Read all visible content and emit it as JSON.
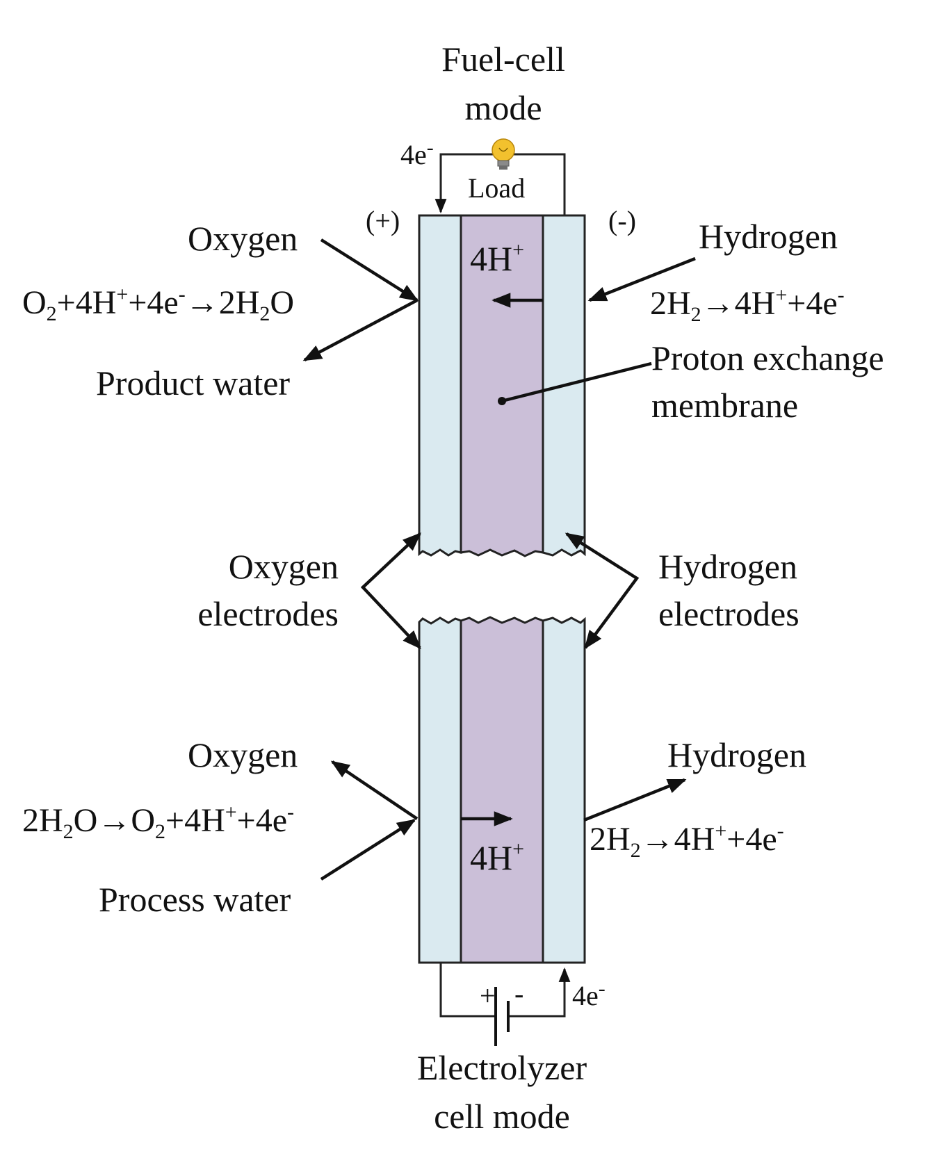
{
  "colors": {
    "electrode": "#daeaf0",
    "membrane": "#cbbfd8",
    "outline": "#222222",
    "bulb": "#f2c12e"
  },
  "icons": {
    "bulb": "light-bulb-icon",
    "battery": "battery-icon"
  },
  "fuel_cell_mode": {
    "title_line1": "Fuel-cell",
    "title_line2": "mode",
    "electron_label": "4e",
    "electron_sup": "-",
    "load_label": "Load",
    "positive_terminal": "(+)",
    "negative_terminal": "(-)",
    "proton_label": "4H",
    "proton_sup": "+",
    "oxygen_in": "Oxygen",
    "hydrogen_in": "Hydrogen",
    "product_water": "Product water",
    "membrane_label_line1": "Proton exchange",
    "membrane_label_line2": "membrane",
    "cathode_eq": [
      "O",
      "2",
      "+4H",
      "+",
      "+4e",
      "-",
      "→2H",
      "2",
      "O"
    ],
    "anode_eq": [
      "2H",
      "2",
      "→4H",
      "+",
      "+4e",
      "-"
    ]
  },
  "electrodes": {
    "oxygen_line1": "Oxygen",
    "oxygen_line2": "electrodes",
    "hydrogen_line1": "Hydrogen",
    "hydrogen_line2": "electrodes"
  },
  "electrolyzer_mode": {
    "title_line1": "Electrolyzer",
    "title_line2": "cell mode",
    "electron_label": "4e",
    "electron_sup": "-",
    "battery_plus": "+",
    "battery_minus": "-",
    "proton_label": "4H",
    "proton_sup": "+",
    "oxygen_out": "Oxygen",
    "hydrogen_out": "Hydrogen",
    "process_water": "Process water",
    "oxygen_eq": [
      "2H",
      "2",
      "O→O",
      "2",
      "+4H",
      "+",
      "+4e",
      "-"
    ],
    "hydrogen_eq": [
      "2H",
      "2",
      "→4H",
      "+",
      "+4e",
      "-"
    ]
  }
}
